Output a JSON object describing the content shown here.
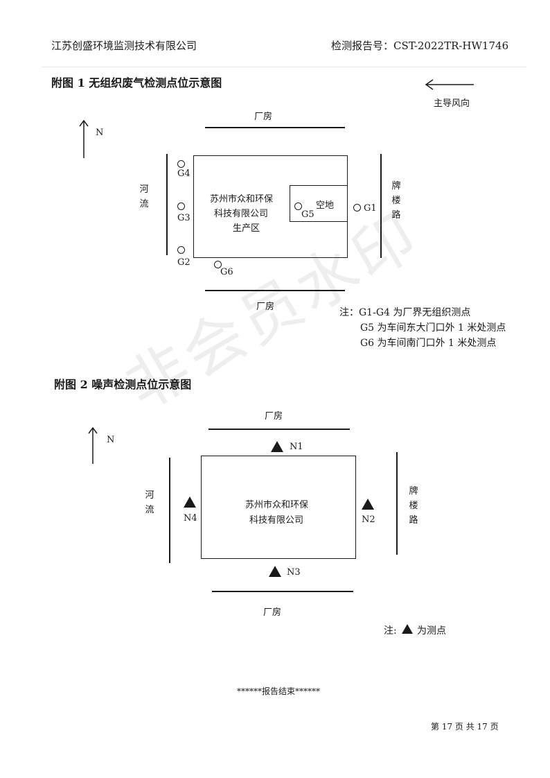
{
  "header": {
    "company": "江苏创盛环境监测技术有限公司",
    "report_no": "检测报告号：CST-2022TR-HW1746"
  },
  "fig1": {
    "title": "附图 1  无组织废气检测点位示意图",
    "wind_label": "主导风向",
    "north": "N",
    "factory_top": "厂房",
    "factory_bottom": "厂房",
    "river": "河流",
    "road": "牌楼路",
    "company_lines": [
      "苏州市众和环保",
      "科技有限公司",
      "生产区"
    ],
    "open_space": "空地",
    "points": [
      "G1",
      "G2",
      "G3",
      "G4",
      "G5",
      "G6"
    ],
    "notes": [
      "注：G1-G4 为厂界无组织测点",
      "G5 为车间东大门口外 1 米处测点",
      "G6 为车间南门口外 1 米处测点"
    ]
  },
  "fig2": {
    "title": "附图 2  噪声检测点位示意图",
    "north": "N",
    "factory_top": "厂房",
    "factory_bottom": "厂房",
    "river": "河流",
    "road": "牌楼路",
    "company_lines": [
      "苏州市众和环保",
      "科技有限公司"
    ],
    "points": [
      "N1",
      "N2",
      "N3",
      "N4"
    ],
    "note_prefix": "注:",
    "note_suffix": "为测点"
  },
  "footer": {
    "end": "******报告结束******",
    "page": "第 17 页 共 17 页"
  },
  "watermark": "非会员水印"
}
